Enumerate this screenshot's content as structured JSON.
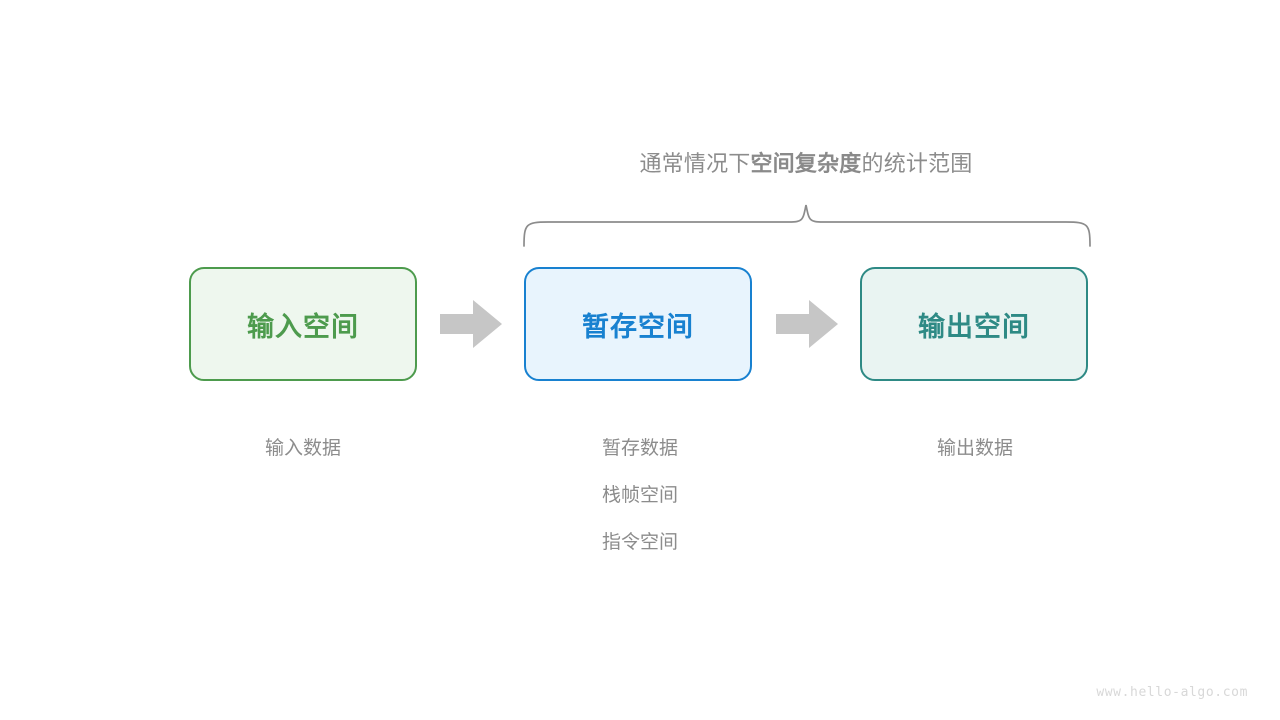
{
  "diagram": {
    "title": {
      "prefix": "通常情况下",
      "emphasis": "空间复杂度",
      "suffix": "的统计范围"
    },
    "brace": {
      "name": "scope-brace",
      "color": "#8c8c8c"
    },
    "boxes": [
      {
        "id": "input-space",
        "label": "输入空间",
        "fill": "#eef7ee",
        "stroke": "#4d9b4d",
        "text_color": "#4d9b4d"
      },
      {
        "id": "temporary-space",
        "label": "暂存空间",
        "fill": "#e8f4fd",
        "stroke": "#1881d0",
        "text_color": "#1881d0"
      },
      {
        "id": "output-space",
        "label": "输出空间",
        "fill": "#e9f4f2",
        "stroke": "#2e8a85",
        "text_color": "#2e8a85"
      }
    ],
    "arrows": [
      {
        "id": "arrow-input-to-temp",
        "icon": "right-arrow-icon",
        "color": "#c6c6c6"
      },
      {
        "id": "arrow-temp-to-output",
        "icon": "right-arrow-icon",
        "color": "#c6c6c6"
      }
    ],
    "captions": {
      "input": [
        "输入数据"
      ],
      "temporary": [
        "暂存数据",
        "栈帧空间",
        "指令空间"
      ],
      "output": [
        "输出数据"
      ]
    },
    "watermark": "www.hello-algo.com"
  }
}
